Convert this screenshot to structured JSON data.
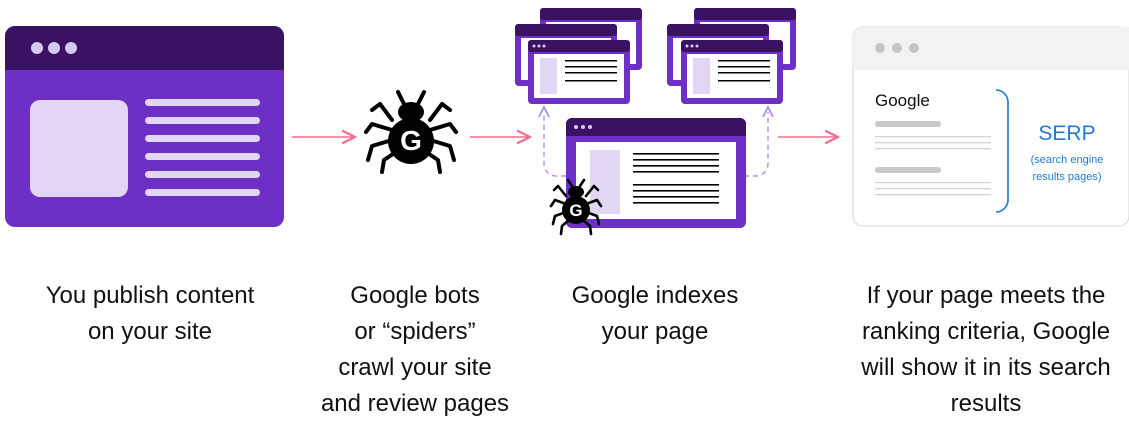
{
  "colors": {
    "purple": "#6d2fc6",
    "dark_purple": "#3a1263",
    "light_purple": "#e3d6f4",
    "arrow_pink": "#ef6f8c",
    "dashed_lavender": "#b48ee6",
    "serp_blue": "#1f7ad1"
  },
  "icons": {
    "spider": "spider-google-icon",
    "browser": "browser-window-icon"
  },
  "serp": {
    "logo_text": "Google",
    "title": "SERP",
    "subtitle_line1": "(search engine",
    "subtitle_line2": "results pages)"
  },
  "spider_letter": "G",
  "steps": [
    {
      "lines": [
        "You publish content",
        "on your site"
      ]
    },
    {
      "lines": [
        "Google bots",
        "or “spiders”",
        "crawl your site",
        "and review pages"
      ]
    },
    {
      "lines": [
        "Google indexes",
        "your page"
      ]
    },
    {
      "lines": [
        "If your page meets the",
        "ranking criteria, Google",
        "will show it in its search",
        "results"
      ]
    }
  ]
}
